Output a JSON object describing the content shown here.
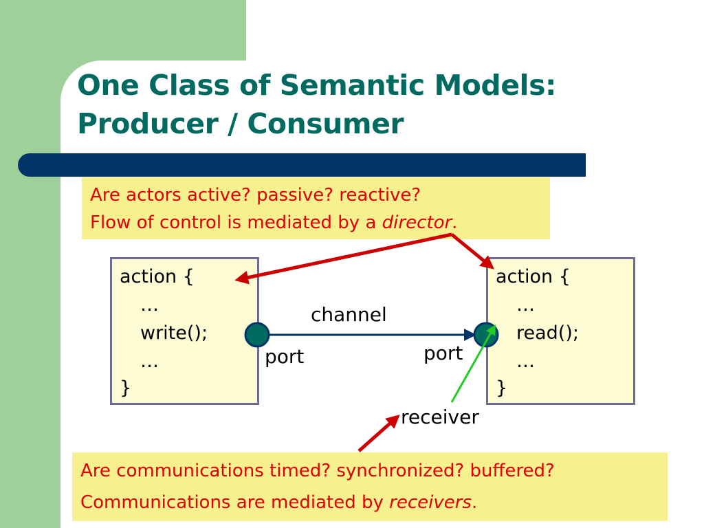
{
  "title": {
    "line1": "One Class of Semantic Models:",
    "line2": "Producer / Consumer"
  },
  "note_top": {
    "line1": "Are actors active? passive? reactive?",
    "line2_prefix": "Flow of control is mediated by a ",
    "line2_emph": "director",
    "line2_suffix": "."
  },
  "producer": {
    "line1": "action {",
    "line2": "…",
    "line3": "write();",
    "line4": "…",
    "line5": "}"
  },
  "consumer": {
    "line1": "action {",
    "line2": "…",
    "line3": "read();",
    "line4": "…",
    "line5": "}"
  },
  "labels": {
    "channel": "channel",
    "port_left": "port",
    "port_right": "port",
    "receiver": "receiver"
  },
  "note_bottom": {
    "line1": "Are communications timed? synchronized? buffered?",
    "line2_prefix": "Communications are mediated by ",
    "line2_emph": "receivers",
    "line2_suffix": "."
  },
  "colors": {
    "title": "#006a60",
    "side_band": "#9fcf9b",
    "bar": "#003366",
    "note_bg": "#f7f08f",
    "note_text": "#e00000",
    "actor_bg": "#fdfbd3",
    "actor_border": "#6d6a94",
    "port_fill": "#006b5e",
    "channel_line": "#003366",
    "arrow_red": "#cc0000",
    "arrow_green": "#22cc22"
  }
}
